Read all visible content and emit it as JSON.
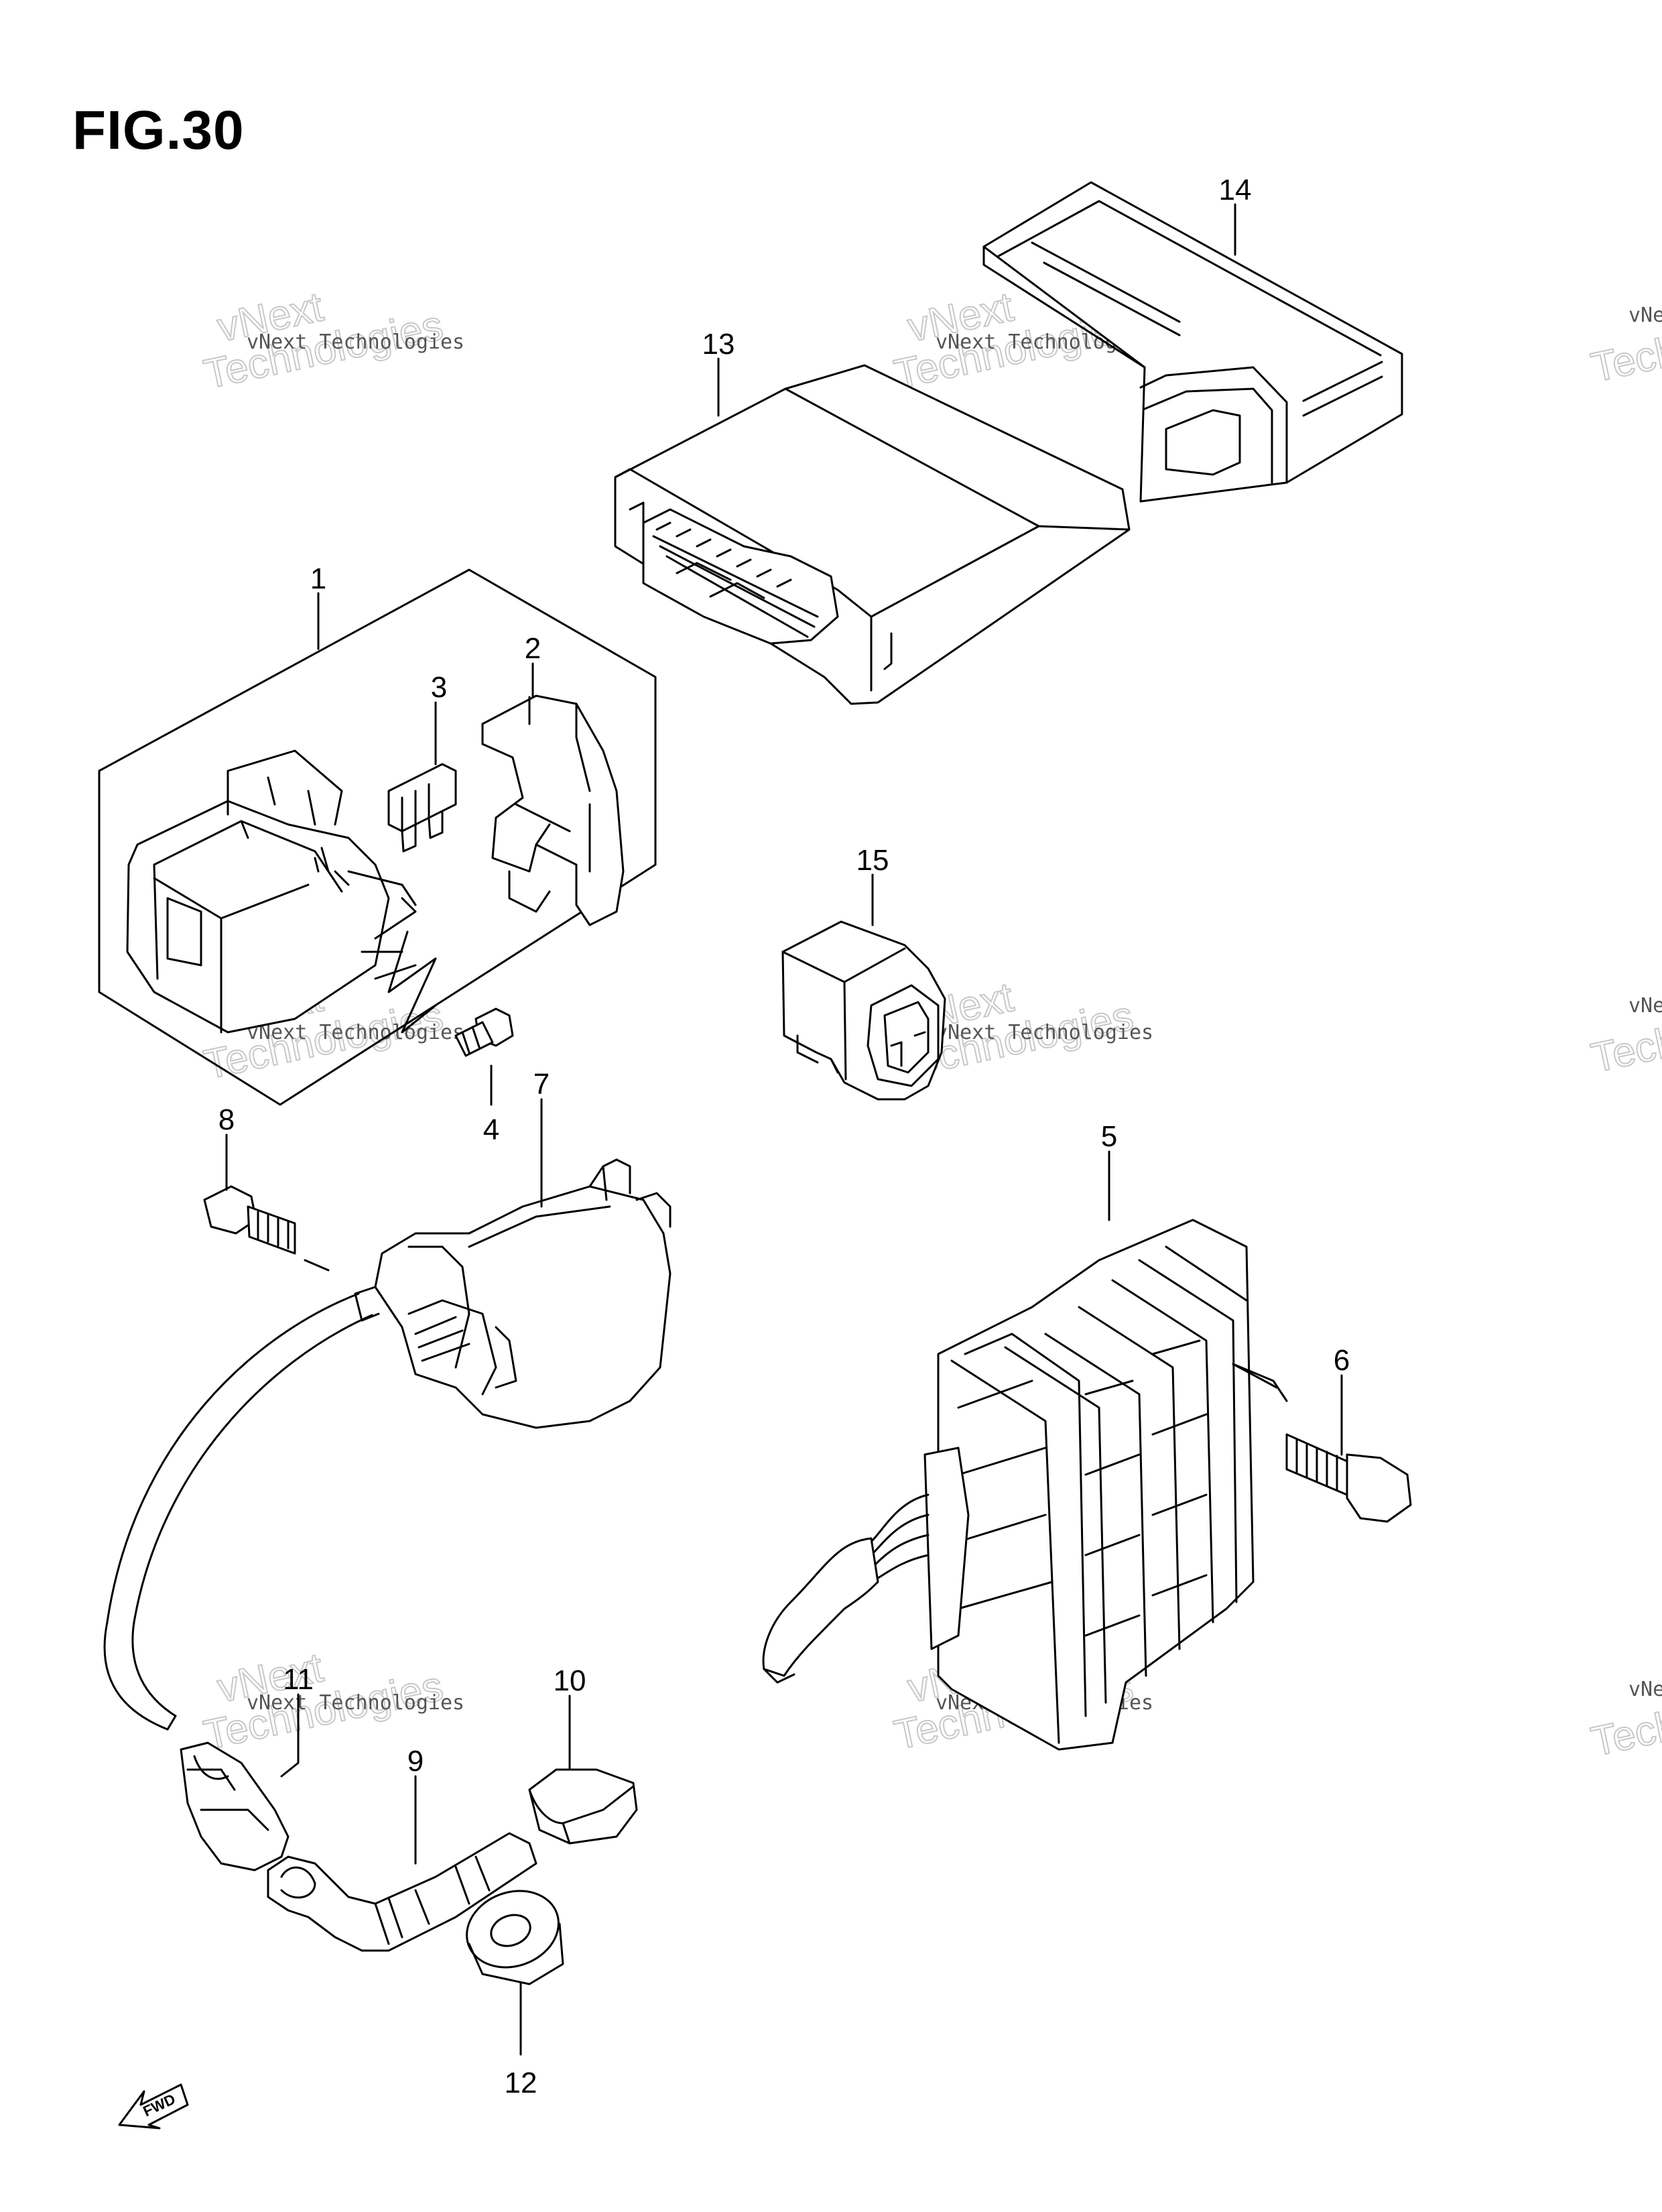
{
  "figure": {
    "title": "FIG.30"
  },
  "callouts": [
    {
      "id": "1",
      "label": "1"
    },
    {
      "id": "2",
      "label": "2"
    },
    {
      "id": "3",
      "label": "3"
    },
    {
      "id": "4",
      "label": "4"
    },
    {
      "id": "5",
      "label": "5"
    },
    {
      "id": "6",
      "label": "6"
    },
    {
      "id": "7",
      "label": "7"
    },
    {
      "id": "8",
      "label": "8"
    },
    {
      "id": "9",
      "label": "9"
    },
    {
      "id": "10",
      "label": "10"
    },
    {
      "id": "11",
      "label": "11"
    },
    {
      "id": "12",
      "label": "12"
    },
    {
      "id": "13",
      "label": "13"
    },
    {
      "id": "14",
      "label": "14"
    },
    {
      "id": "15",
      "label": "15"
    }
  ],
  "direction_arrow": {
    "label": "FWD"
  },
  "watermark": {
    "line1": "vNext Technologies",
    "line2": "vNext",
    "line3": "Technologies"
  }
}
